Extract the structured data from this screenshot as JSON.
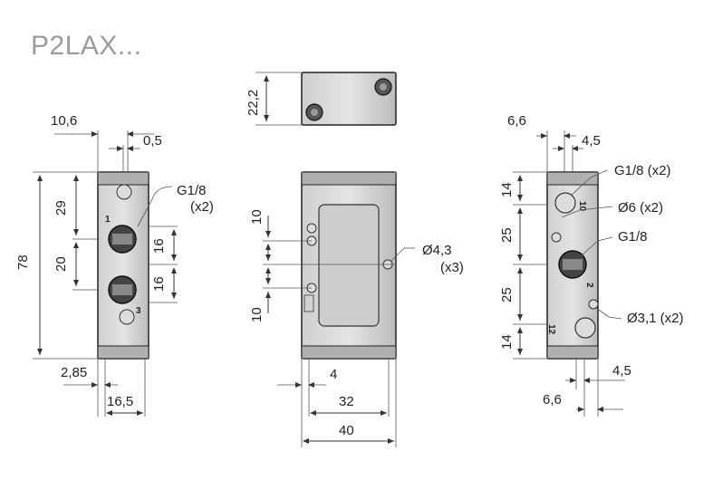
{
  "title": "P2LAX...",
  "left_view": {
    "dims": {
      "top_width": "10,6",
      "top_offset": "0,5",
      "height": "78",
      "upper": "29",
      "lower": "20",
      "spacing_a": "16",
      "spacing_b": "16",
      "bottom_offset": "2,85",
      "bottom_width": "16,5"
    },
    "callout": "G1/8",
    "callout_qty": "(x2)",
    "ports": [
      "1",
      "3"
    ]
  },
  "top_view": {
    "dims": {
      "height": "22,2"
    }
  },
  "center_view": {
    "dims": {
      "hole_a": "10",
      "hole_b": "10",
      "offset": "4",
      "inner_width": "32",
      "width": "40"
    },
    "callout": "Ø4,3",
    "callout_qty": "(x3)"
  },
  "right_view": {
    "dims": {
      "top_width": "6,6",
      "top_offset": "4,5",
      "seg1": "14",
      "seg2": "25",
      "seg3": "25",
      "seg4": "14",
      "bottom_offset": "4,5",
      "bottom_width": "6,6"
    },
    "callouts": [
      "G1/8 (x2)",
      "Ø6 (x2)",
      "G1/8",
      "Ø3,1 (x2)"
    ],
    "ports": [
      "10",
      "2",
      "12"
    ]
  }
}
